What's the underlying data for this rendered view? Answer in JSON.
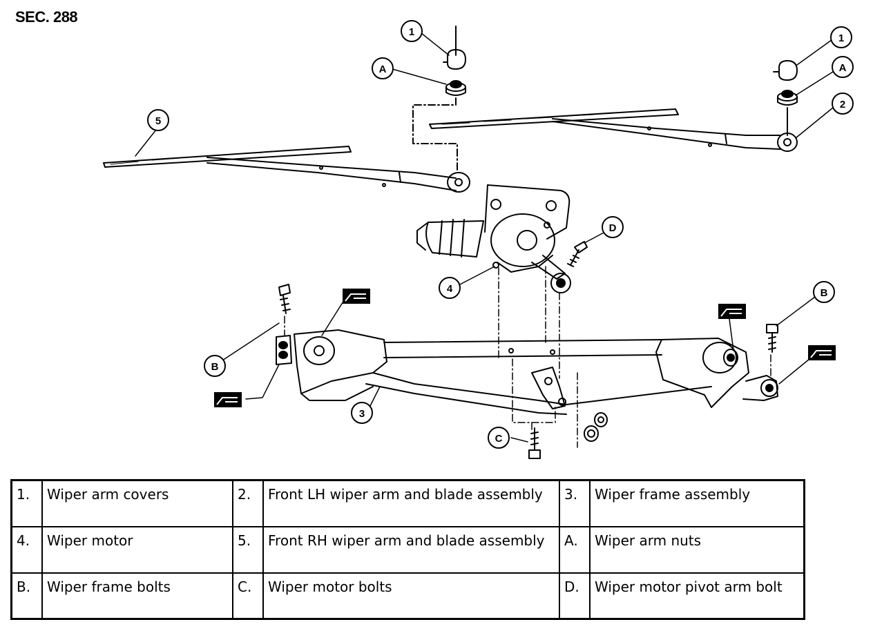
{
  "section_label": "SEC. 288",
  "callouts": {
    "c1": "1",
    "c2": "2",
    "c3": "3",
    "c4": "4",
    "c5": "5",
    "cA": "A",
    "cB": "B",
    "cC": "C",
    "cD": "D"
  },
  "legend": [
    [
      {
        "key": "1.",
        "text": "Wiper arm covers"
      },
      {
        "key": "2.",
        "text": "Front LH wiper arm and blade assembly"
      },
      {
        "key": "3.",
        "text": "Wiper frame assembly"
      }
    ],
    [
      {
        "key": "4.",
        "text": "Wiper motor"
      },
      {
        "key": "5.",
        "text": "Front RH wiper arm and blade assembly"
      },
      {
        "key": "A.",
        "text": "Wiper arm nuts"
      }
    ],
    [
      {
        "key": "B.",
        "text": "Wiper frame bolts"
      },
      {
        "key": "C.",
        "text": "Wiper motor bolts"
      },
      {
        "key": "D.",
        "text": "Wiper motor pivot arm bolt"
      }
    ]
  ]
}
